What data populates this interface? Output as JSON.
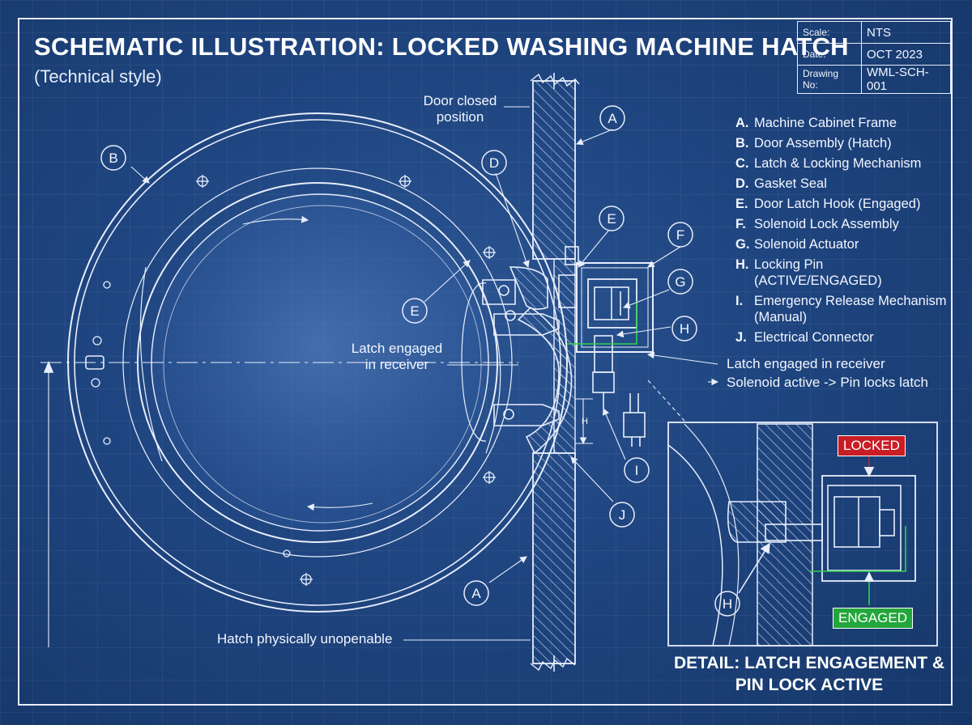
{
  "title": "SCHEMATIC ILLUSTRATION: LOCKED WASHING MACHINE HATCH",
  "subtitle": "(Technical style)",
  "title_block": [
    {
      "key": "Scale:",
      "value": "NTS"
    },
    {
      "key": "Date:",
      "value": "OCT 2023"
    },
    {
      "key": "Drawing No:",
      "value": "WML-SCH-001"
    }
  ],
  "legend": [
    {
      "letter": "A.",
      "text": "Machine Cabinet Frame"
    },
    {
      "letter": "B.",
      "text": "Door Assembly (Hatch)"
    },
    {
      "letter": "C.",
      "text": "Latch & Locking Mechanism"
    },
    {
      "letter": "D.",
      "text": "Gasket Seal"
    },
    {
      "letter": "E.",
      "text": "Door Latch Hook (Engaged)"
    },
    {
      "letter": "F.",
      "text": "Solenoid Lock Assembly"
    },
    {
      "letter": "G.",
      "text": "Solenoid Actuator"
    },
    {
      "letter": "H.",
      "text": "Locking Pin (ACTIVE/ENGAGED)"
    },
    {
      "letter": "I.",
      "text": "Emergency Release Mechanism (Manual)"
    },
    {
      "letter": "J.",
      "text": "Electrical Connector"
    }
  ],
  "callouts": {
    "a": "A",
    "b": "B",
    "d": "D",
    "e": "E",
    "f": "F",
    "g": "G",
    "h": "H",
    "i": "I",
    "j": "J",
    "dim": "H"
  },
  "annotations": {
    "door_closed_line1": "Door closed",
    "door_closed_line2": "position",
    "latch_engaged_line1": "Latch engaged",
    "latch_engaged_line2": "in receiver",
    "latch_receiver": "Latch engaged in receiver",
    "solenoid_active": "Solenoid active -> Pin locks latch",
    "unopenable": "Hatch physically unopenable"
  },
  "detail": {
    "title_line1": "DETAIL: LATCH ENGAGEMENT &",
    "title_line2": "PIN LOCK ACTIVE",
    "locked_badge": "LOCKED",
    "engaged_badge": "ENGAGED"
  },
  "colors": {
    "background": "#1f4580",
    "line": "#e8eefc",
    "locked": "#c81d25",
    "engaged": "#23a63b",
    "signal": "#2fd24a"
  }
}
